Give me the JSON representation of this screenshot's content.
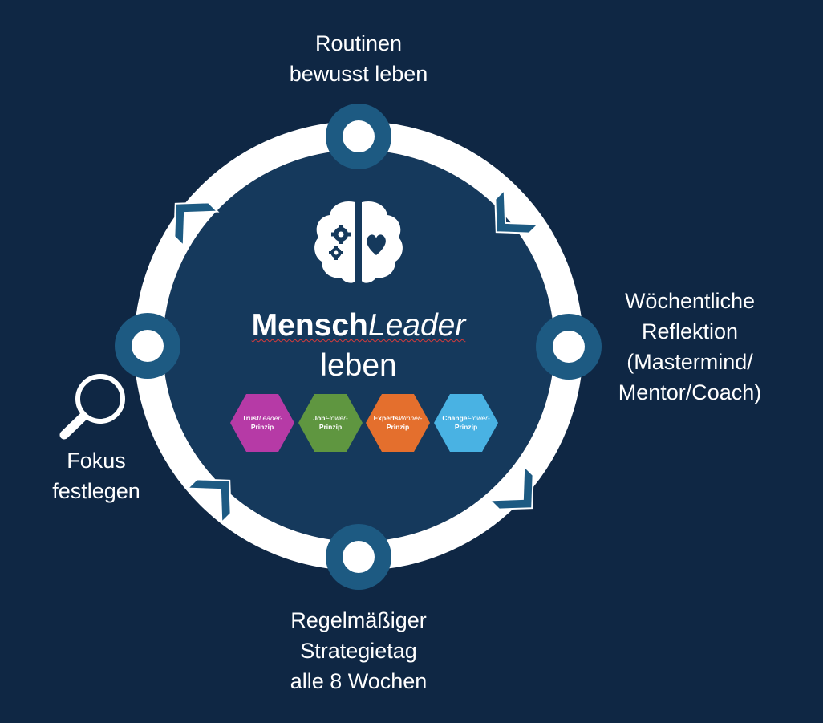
{
  "colors": {
    "background": "#0f2744",
    "inner_disc": "#15395c",
    "ring": "#ffffff",
    "node": "#1d5a82",
    "arrow": "#1d5a82",
    "hex_trust": "#b63aa6",
    "hex_job": "#5f9640",
    "hex_experts": "#e46f2d",
    "hex_change": "#49b2e3"
  },
  "center": {
    "icon": "brain-gears-heart-icon",
    "title_bold": "Mensch",
    "title_italic": "Leader",
    "subtitle": "leben"
  },
  "principles": [
    {
      "bold": "Trust",
      "italic": "Leader-",
      "line2": "Prinzip",
      "color": "#b63aa6"
    },
    {
      "bold": "Job",
      "italic": "Flower-",
      "line2": "Prinzip",
      "color": "#5f9640"
    },
    {
      "bold": "Experts",
      "italic": "Winner-",
      "line2": "Prinzip",
      "color": "#e46f2d"
    },
    {
      "bold": "Change",
      "italic": "Flower-",
      "line2": "Prinzip",
      "color": "#49b2e3"
    }
  ],
  "steps": {
    "top": [
      "Routinen",
      "bewusst leben"
    ],
    "right": [
      "Wöchentliche",
      "Reflektion",
      "(Mastermind/",
      "Mentor/Coach)"
    ],
    "bottom": [
      "Regelmäßiger",
      "Strategietag",
      "alle 8 Wochen"
    ],
    "left": [
      "Fokus",
      "festlegen"
    ]
  },
  "left_icon": "magnifier-icon"
}
